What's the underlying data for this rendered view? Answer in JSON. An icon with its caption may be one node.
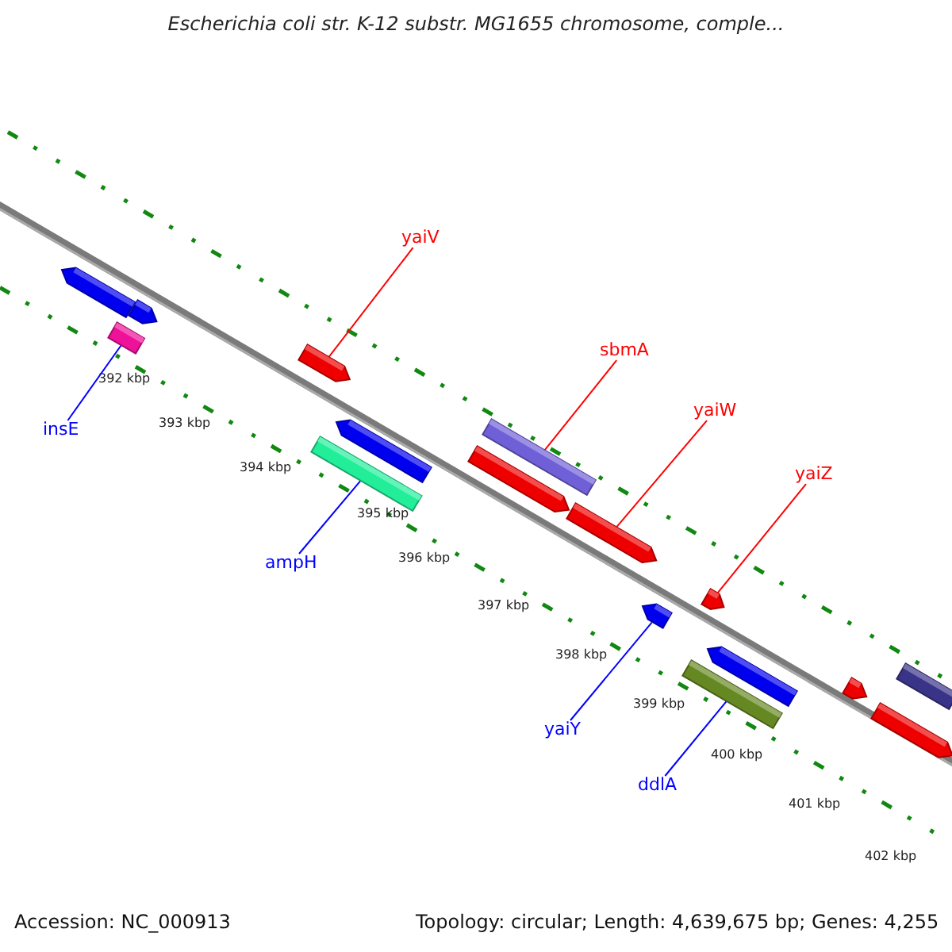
{
  "diagram": {
    "title": "Escherichia coli str. K-12 substr. MG1655 chromosome, comple...",
    "nodes": [
      {
        "text": [
          "yaiV"
        ]
      },
      {
        "text": [
          "sbmA"
        ]
      },
      {
        "text": [
          "yaiW"
        ]
      },
      {
        "text": [
          "yaiZ"
        ]
      },
      {
        "text": [
          "insE"
        ]
      },
      {
        "text": [
          "ampH"
        ]
      },
      {
        "text": [
          "yaiY"
        ]
      },
      {
        "text": [
          "ddlA"
        ]
      },
      {
        "text": [],
        "shape": "bar"
      },
      {
        "text": [],
        "shape": "bar"
      },
      {
        "text": [],
        "shape": "bar"
      },
      {
        "text": [],
        "shape": "bar"
      },
      {
        "text": [],
        "shape": "bar"
      },
      {
        "text": [],
        "shape": "bar"
      },
      {
        "text": [],
        "shape": "bar"
      },
      {
        "text": [],
        "shape": "bar"
      },
      {
        "text": [],
        "shape": "bar"
      },
      {
        "text": [],
        "shape": "bar"
      },
      {
        "text": [],
        "shape": "bar"
      },
      {
        "text": [],
        "shape": "bar"
      },
      {
        "text": [],
        "shape": "bar"
      },
      {
        "text": [],
        "shape": "bar"
      },
      {
        "text": [],
        "shape": "bar"
      },
      {
        "text": [],
        "shape": "bar"
      }
    ],
    "edges": [
      {
        "from": 0,
        "to": 8,
        "arrow": "none",
        "color": "#ff0000"
      },
      {
        "from": 1,
        "to": 9,
        "arrow": "none",
        "color": "#ff0000"
      },
      {
        "from": 2,
        "to": 10,
        "arrow": "none",
        "color": "#ff0000"
      },
      {
        "from": 3,
        "to": 11,
        "arrow": "none",
        "color": "#ff0000"
      },
      {
        "from": 4,
        "to": 12,
        "arrow": "none",
        "color": "#0000ff"
      },
      {
        "from": 5,
        "to": 13,
        "arrow": "none",
        "color": "#0000ff"
      },
      {
        "from": 6,
        "to": 14,
        "arrow": "none",
        "color": "#0000ff"
      },
      {
        "from": 7,
        "to": 15,
        "arrow": "none",
        "color": "#0000ff"
      }
    ],
    "labels": [
      "392 kbp",
      "393 kbp",
      "394 kbp",
      "395 kbp",
      "396 kbp",
      "397 kbp",
      "398 kbp",
      "399 kbp",
      "400 kbp",
      "401 kbp",
      "402 kbp",
      "Accession: NC_000913",
      "Topology: circular; Length: 4,639,675 bp; Genes: 4,255"
    ]
  }
}
